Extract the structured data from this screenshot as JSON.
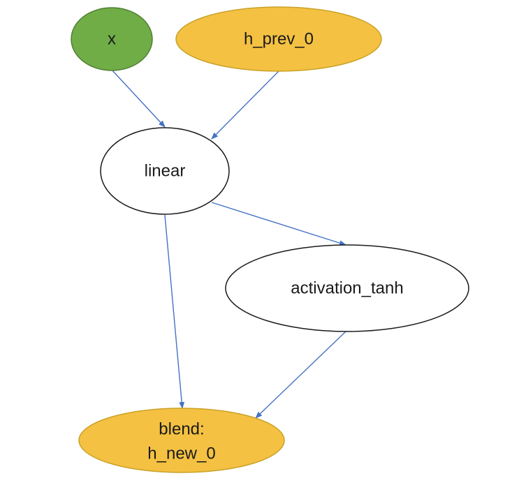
{
  "colors": {
    "input_fill": "#70ad47",
    "input_stroke": "#507e32",
    "state_fill": "#f4c142",
    "state_stroke": "#c9a227",
    "op_fill": "#ffffff",
    "op_stroke": "#1a1a1a",
    "edge": "#4472c4"
  },
  "nodes": {
    "x": {
      "label": "x",
      "kind": "input"
    },
    "h_prev": {
      "label": "h_prev_0",
      "kind": "state"
    },
    "linear": {
      "label": "linear",
      "kind": "op"
    },
    "activation": {
      "label": "activation_tanh",
      "kind": "op"
    },
    "blend": {
      "line1": "blend:",
      "line2": "h_new_0",
      "kind": "state"
    }
  },
  "edges": [
    {
      "from": "x",
      "to": "linear"
    },
    {
      "from": "h_prev",
      "to": "linear"
    },
    {
      "from": "linear",
      "to": "activation"
    },
    {
      "from": "linear",
      "to": "blend"
    },
    {
      "from": "activation",
      "to": "blend"
    }
  ]
}
